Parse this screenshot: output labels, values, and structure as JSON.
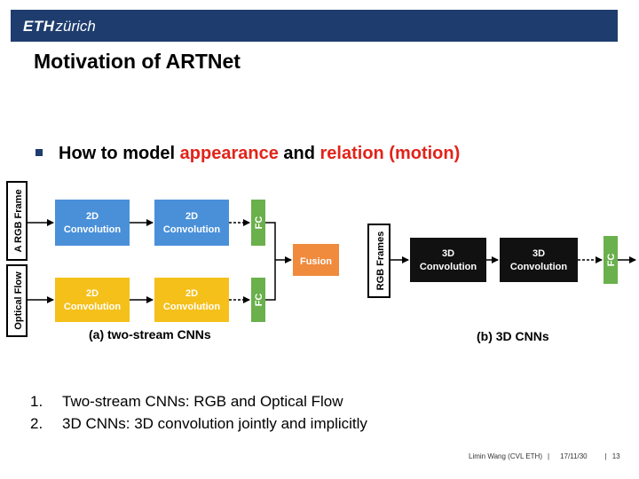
{
  "header": {
    "logo_bold": "ETH",
    "logo_light": "zürich"
  },
  "slide": {
    "title": "Motivation of ARTNet",
    "bullet": {
      "prefix": "How to model ",
      "highlight1": "appearance",
      "middle": " and ",
      "highlight2": "relation (motion)"
    }
  },
  "diagram": {
    "left": {
      "input_top": "A RGB Frame",
      "input_bottom": "Optical Flow",
      "conv_label_line1": "2D",
      "conv_label_line2": "Convolution",
      "fc_label": "FC",
      "fusion_label": "Fusion",
      "caption": "(a) two-stream CNNs"
    },
    "right": {
      "input": "RGB Frames",
      "conv_label_line1": "3D",
      "conv_label_line2": "Convolution",
      "fc_label": "FC",
      "caption": "(b) 3D CNNs"
    }
  },
  "list": {
    "items": [
      {
        "num": "1.",
        "text": "Two-stream CNNs: RGB and Optical Flow"
      },
      {
        "num": "2.",
        "text": "3D CNNs: 3D convolution jointly and implicitly"
      }
    ]
  },
  "footer": {
    "author": "Limin Wang (CVL ETH)",
    "sep": "|",
    "date": "17/11/30",
    "page": "13"
  },
  "colors": {
    "header": "#1e3d6e",
    "accent_red": "#e2231a",
    "blue_block": "#4a90d9",
    "yellow_block": "#f5c01a",
    "green_fc": "#6ab04c",
    "orange_fusion": "#f08a3c",
    "black_block": "#111111"
  }
}
